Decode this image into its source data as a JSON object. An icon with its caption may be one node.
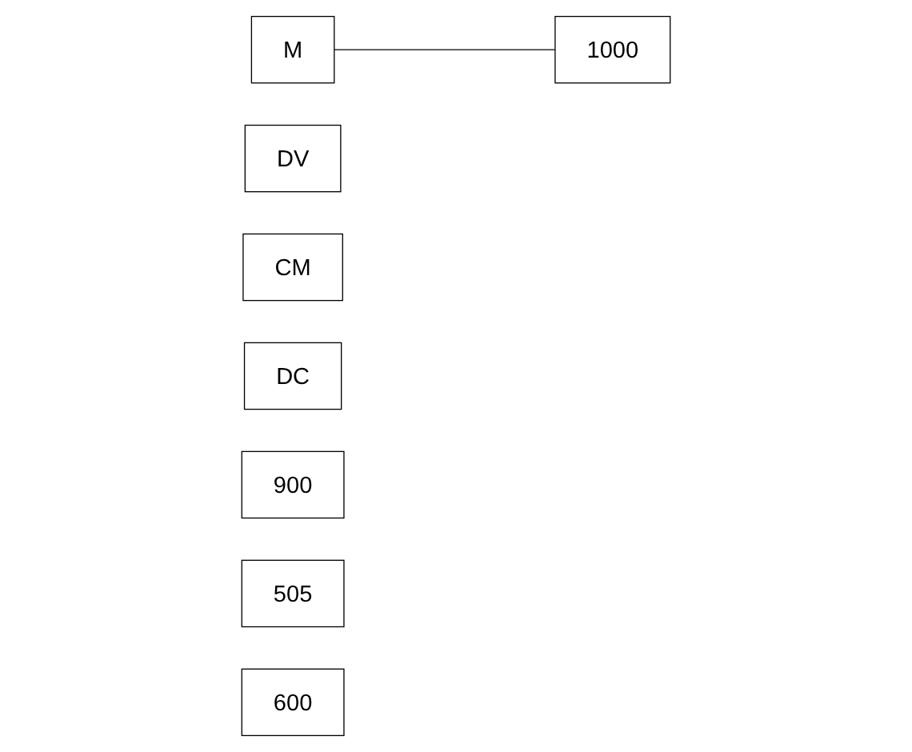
{
  "diagram": {
    "nodes": [
      {
        "text": [
          "M"
        ]
      },
      {
        "text": [
          "900"
        ]
      },
      {
        "text": [
          "DV"
        ]
      },
      {
        "text": [
          "1000"
        ]
      },
      {
        "text": [
          "CM"
        ]
      },
      {
        "text": [
          "505"
        ]
      },
      {
        "text": [
          "DC"
        ]
      },
      {
        "text": [
          "600"
        ]
      }
    ],
    "edges": [
      {
        "from": 0,
        "to": 3,
        "arrow": "none"
      }
    ]
  }
}
